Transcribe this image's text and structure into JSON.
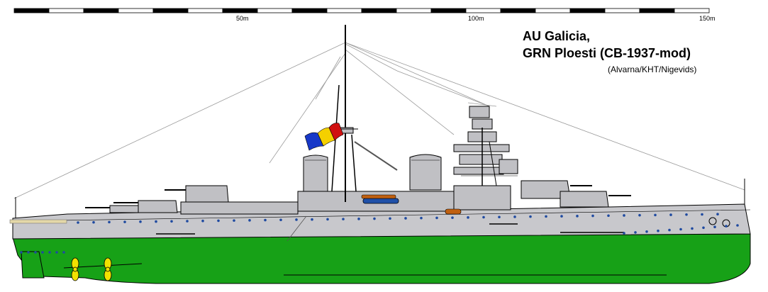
{
  "title": {
    "line1": "AU Galicia,",
    "line2": "GRN Ploesti (CB-1937-mod)",
    "credit": "(Alvarna/KHT/Nigevids)"
  },
  "scale_bar": {
    "labels": [
      "50m",
      "100m",
      "150m"
    ],
    "segments": 20
  },
  "colors": {
    "hull": "#c8c8cc",
    "hull_below": "#17a117",
    "superstructure": "#c0c0c4",
    "outline": "#000000",
    "porthole": "#1f4aa0",
    "propeller": "#f2e200",
    "flag_blue": "#1738c8",
    "flag_yellow": "#f4d000",
    "flag_red": "#d01010",
    "boat_blue": "#2050a8",
    "boat_orange": "#c06010",
    "rigging": "#9a9a9a"
  }
}
